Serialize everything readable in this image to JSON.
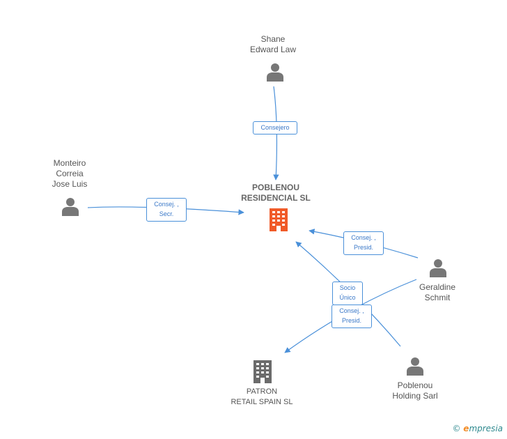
{
  "nodes": {
    "shane": {
      "label": "Shane\nEdward Law",
      "type": "person"
    },
    "monteiro": {
      "label": "Monteiro\nCorreia\nJose Luis",
      "type": "person"
    },
    "poblenou_residencial": {
      "label": "POBLENOU\nRESIDENCIAL SL",
      "type": "company",
      "color": "#f05a28"
    },
    "geraldine": {
      "label": "Geraldine\nSchmit",
      "type": "person"
    },
    "patron": {
      "label": "PATRON\nRETAIL SPAIN SL",
      "type": "company",
      "color": "#6b6b6b"
    },
    "poblenou_holding": {
      "label": "Poblenou\nHolding Sarl",
      "type": "person"
    }
  },
  "roles": {
    "shane_role": "Consejero",
    "monteiro_role": "Consej. ,\nSecr.",
    "geraldine_role": "Consej. ,\nPresid.",
    "holding_role": "Socio\nÚnico",
    "geraldine_patron_role": "Consej. ,\nPresid."
  },
  "icons": {
    "person": "person-icon",
    "company": "building-icon"
  },
  "colors": {
    "edge": "#4a90d9",
    "person": "#777777",
    "main_company": "#f05a28",
    "company": "#6b6b6b"
  },
  "brand": {
    "copyright": "©",
    "e": "e",
    "rest": "mpresia"
  }
}
